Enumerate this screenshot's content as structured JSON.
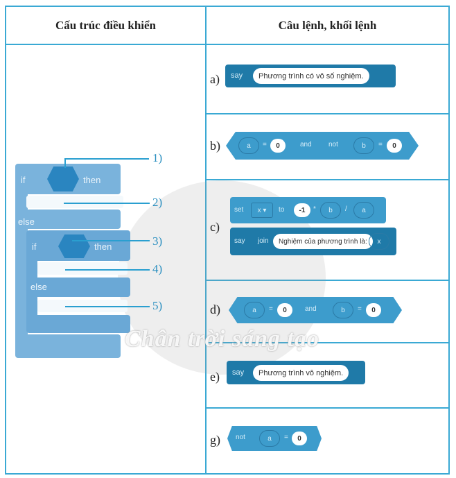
{
  "table": {
    "headers": [
      "Cấu trúc điều khiển",
      "Câu lệnh, khối lệnh"
    ]
  },
  "control_structure": {
    "blocks": {
      "if_label": "if",
      "then_label": "then",
      "else_label": "else"
    },
    "callouts": [
      "1)",
      "2)",
      "3)",
      "4)",
      "5)"
    ]
  },
  "options": [
    {
      "label": "a)",
      "type": "say",
      "keyword": "say",
      "text": "Phương trình có vô số nghiệm."
    },
    {
      "label": "b)",
      "type": "boolean",
      "expr": {
        "left_var": "a",
        "op1": "=",
        "left_val": "0",
        "conj": "and",
        "neg": "not",
        "right_var": "b",
        "op2": "=",
        "right_val": "0"
      }
    },
    {
      "label": "c)",
      "type": "set-say",
      "set": {
        "keyword": "set",
        "var": "x ▾",
        "to": "to",
        "n": "-1",
        "mul": "*",
        "b": "b",
        "div": "/",
        "a": "a"
      },
      "say": {
        "keyword": "say",
        "join": "join",
        "text": "Nghiệm của phương trình là:",
        "var": "x"
      }
    },
    {
      "label": "d)",
      "type": "boolean",
      "expr": {
        "left_var": "a",
        "op1": "=",
        "left_val": "0",
        "conj": "and",
        "right_var": "b",
        "op2": "=",
        "right_val": "0"
      }
    },
    {
      "label": "e)",
      "type": "say",
      "keyword": "say",
      "text": "Phương trình vô nghiệm."
    },
    {
      "label": "g)",
      "type": "boolean",
      "expr": {
        "neg": "not",
        "var": "a",
        "op": "=",
        "val": "0"
      }
    }
  ],
  "watermark": "Chân trời sáng tạo",
  "colors": {
    "border": "#3aa9d4",
    "block_light": "#7ab3dc",
    "block_dark": "#1f7aa8",
    "hex": "#2a85c0"
  }
}
